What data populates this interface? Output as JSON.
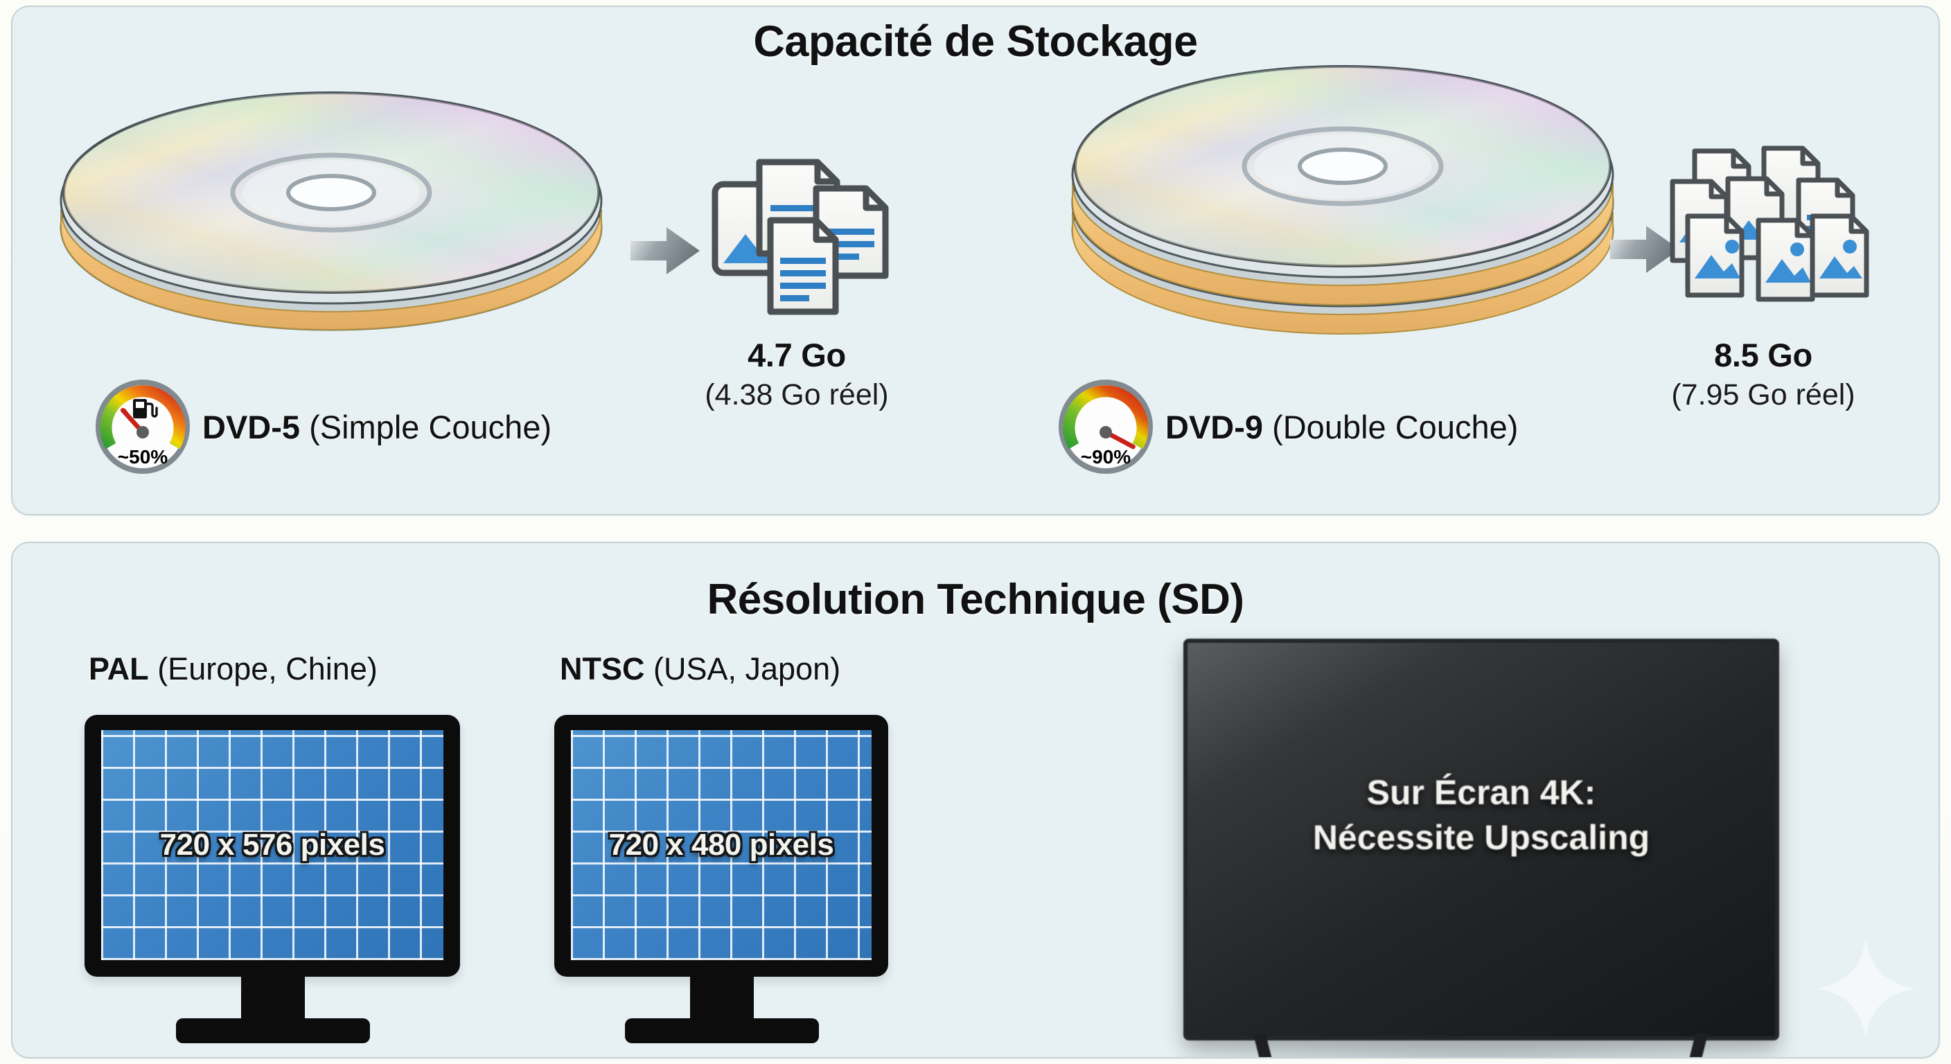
{
  "colors": {
    "panel_bg": "#e7f1f4",
    "panel_border": "#c5d2d6",
    "page_bg": "#fdfdfa",
    "screen_blue": "#3c82c4",
    "gauge_green": "#3aa43a",
    "gauge_yellow": "#f2d800",
    "gauge_red": "#d4211c",
    "file_blue": "#3b8fd4",
    "arrow_gray": "#8e979e",
    "text_dark": "#111111",
    "tv_dark": "#222426"
  },
  "storage_section": {
    "title": "Capacité de Stockage",
    "items": [
      {
        "disc_icon": "dvd-disc-single-layer",
        "layers": 1,
        "arrow_icon": "arrow-right-icon",
        "files_icon": "file-stack-small",
        "file_count": 4,
        "gauge_icon": "fuel-gauge-icon",
        "gauge_percent_label": "~50%",
        "gauge_value": 50,
        "format_name": "DVD-5",
        "format_desc": "(Simple Couche)",
        "capacity": "4.7 Go",
        "capacity_real": "(4.38 Go réel)"
      },
      {
        "disc_icon": "dvd-disc-double-layer",
        "layers": 2,
        "arrow_icon": "arrow-right-icon",
        "files_icon": "file-stack-large",
        "file_count": 9,
        "gauge_icon": "fuel-gauge-icon",
        "gauge_percent_label": "~90%",
        "gauge_value": 90,
        "format_name": "DVD-9",
        "format_desc": "(Double Couche)",
        "capacity": "8.5 Go",
        "capacity_real": "(7.95 Go réel)"
      }
    ]
  },
  "resolution_section": {
    "title": "Résolution Technique (SD)",
    "standards": [
      {
        "name": "PAL",
        "regions": "(Europe, Chine)",
        "resolution": "720 x 576 pixels",
        "monitor_icon": "crt-monitor-icon",
        "grid_cols": 13,
        "grid_rows": 9
      },
      {
        "name": "NTSC",
        "regions": "(USA, Japon)",
        "resolution": "720 x 480 pixels",
        "monitor_icon": "crt-monitor-icon",
        "grid_cols": 13,
        "grid_rows": 9
      }
    ],
    "tv": {
      "icon": "flat-screen-tv-icon",
      "line1": "Sur Écran 4K:",
      "line2": "Nécessite Upscaling"
    }
  },
  "decoration": {
    "sparkle_icon": "sparkle-star-icon"
  }
}
